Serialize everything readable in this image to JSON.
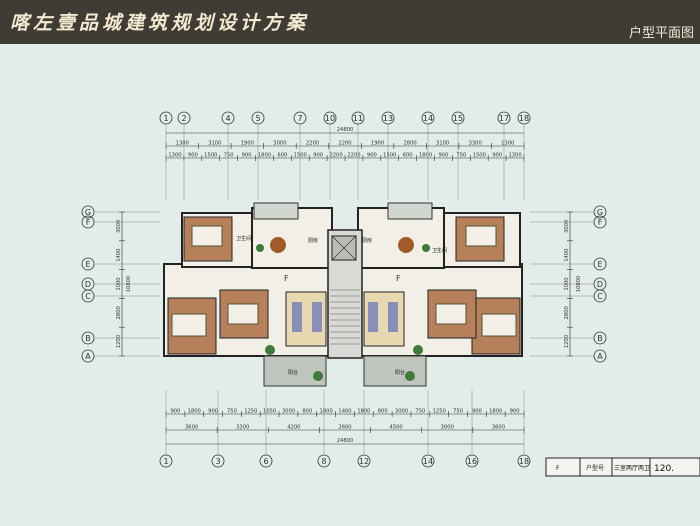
{
  "header": {
    "title": "喀左壹品城建筑规划设计方案",
    "subtitle": "户型平面图"
  },
  "axes_top": [
    "1",
    "2",
    "4",
    "5",
    "7",
    "10",
    "11",
    "13",
    "14",
    "15",
    "17",
    "18"
  ],
  "axes_bottom": [
    "1",
    "3",
    "6",
    "8",
    "12",
    "14",
    "16",
    "18"
  ],
  "axes_left": [
    "G",
    "F",
    "E",
    "D",
    "C",
    "B",
    "A"
  ],
  "axes_right": [
    "G",
    "F",
    "E",
    "D",
    "C",
    "B",
    "A"
  ],
  "dims_top_total": "24800",
  "dims_top_row1": [
    "1300",
    "3100",
    "1900",
    "3000",
    "2200",
    "2200",
    "1900",
    "2800",
    "3100",
    "3300",
    "1300"
  ],
  "dims_top_row2": [
    "1300",
    "900",
    "1500",
    "750",
    "900",
    "1800",
    "600",
    "1500",
    "900",
    "2200",
    "2200",
    "900",
    "1500",
    "600",
    "1800",
    "900",
    "750",
    "1500",
    "900",
    "1300"
  ],
  "dims_bottom_row1": [
    "900",
    "1800",
    "900",
    "750",
    "1250",
    "1050",
    "3000",
    "800",
    "1800",
    "1400",
    "1800",
    "800",
    "3000",
    "750",
    "1250",
    "750",
    "900",
    "1800",
    "900"
  ],
  "dims_bottom_row2": [
    "3600",
    "3300",
    "4200",
    "2600",
    "4500",
    "3000",
    "3600"
  ],
  "dims_bottom_total": "24800",
  "dims_side_left": [
    "3000",
    "1400",
    "1000",
    "2800",
    "1200"
  ],
  "dims_side_left_total": "10800",
  "dims_side_right": [
    "3000",
    "1400",
    "1000",
    "2800",
    "1200"
  ],
  "dims_side_right_total": "10800",
  "room_labels": {
    "bath": "卫生间",
    "kitchen": "厨房",
    "balcony": "阳台",
    "stair_f": "F"
  },
  "info_table": {
    "type_code": "F",
    "name": "户型号",
    "layout": "三室两厅两卫",
    "area": "120."
  }
}
